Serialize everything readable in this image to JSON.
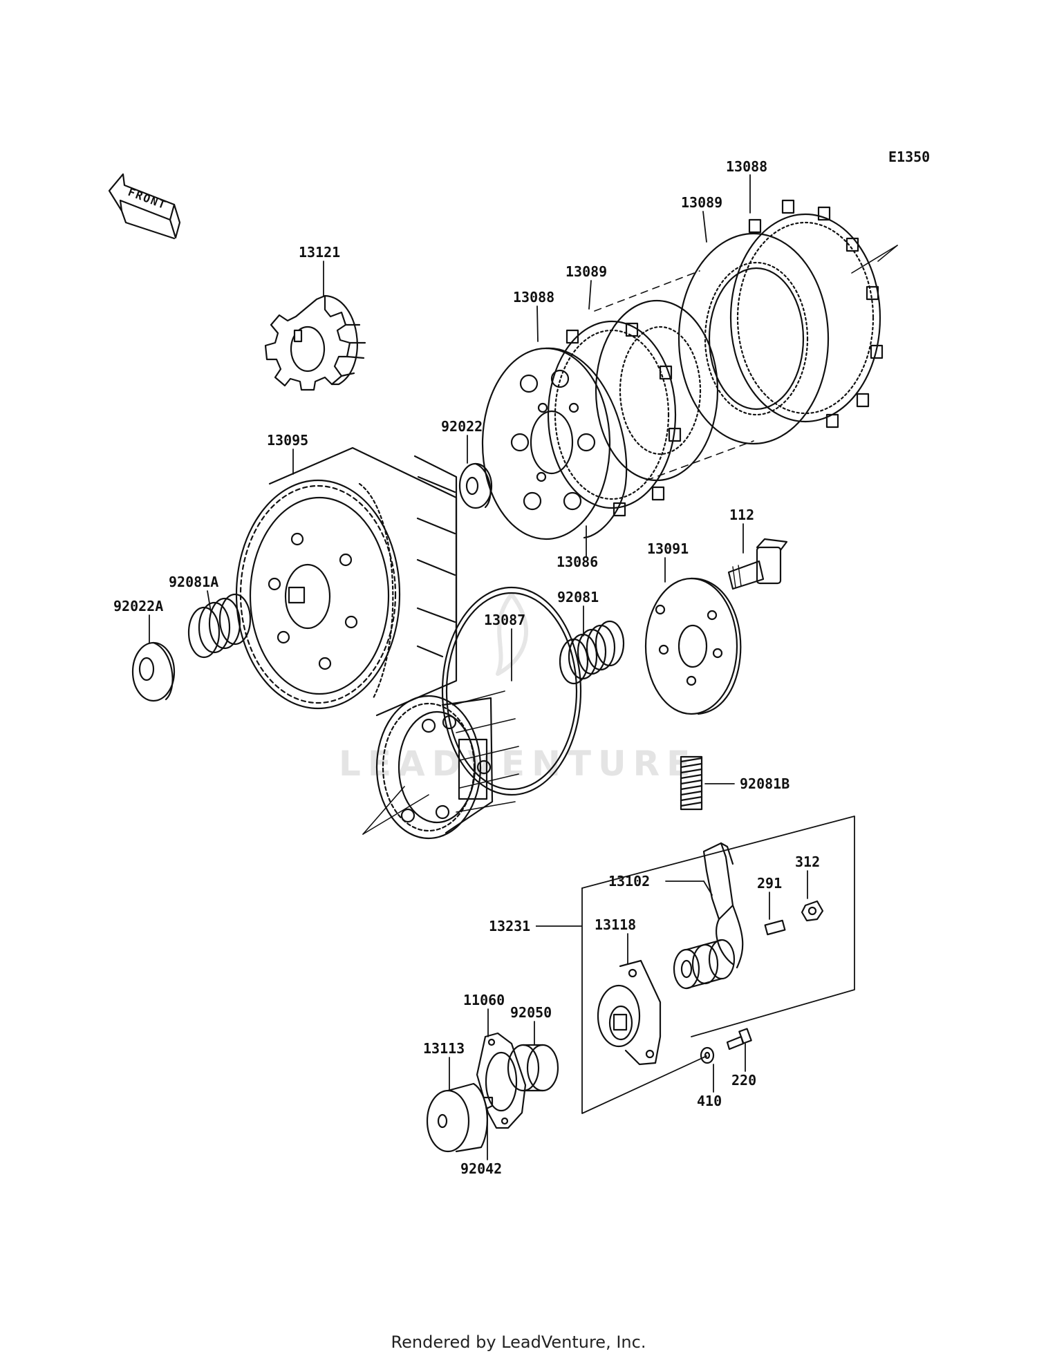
{
  "diagram_code": "E1350",
  "front_label": "FRONT",
  "watermark": "LEADVENTURE",
  "footer": "Rendered by LeadVenture, Inc.",
  "callouts": {
    "p13088_top": "13088",
    "p13089_top": "13089",
    "p13121": "13121",
    "p13089_mid": "13089",
    "p13088_mid": "13088",
    "p13095": "13095",
    "p92022": "92022",
    "p112": "112",
    "p13091": "13091",
    "p13086": "13086",
    "p92081A": "92081A",
    "p92022A": "92022A",
    "p92081": "92081",
    "p13087": "13087",
    "p92081B": "92081B",
    "p312": "312",
    "p291": "291",
    "p13102": "13102",
    "p13231": "13231",
    "p13118": "13118",
    "p11060": "11060",
    "p92050": "92050",
    "p13113": "13113",
    "p220": "220",
    "p410": "410",
    "p92042": "92042"
  }
}
